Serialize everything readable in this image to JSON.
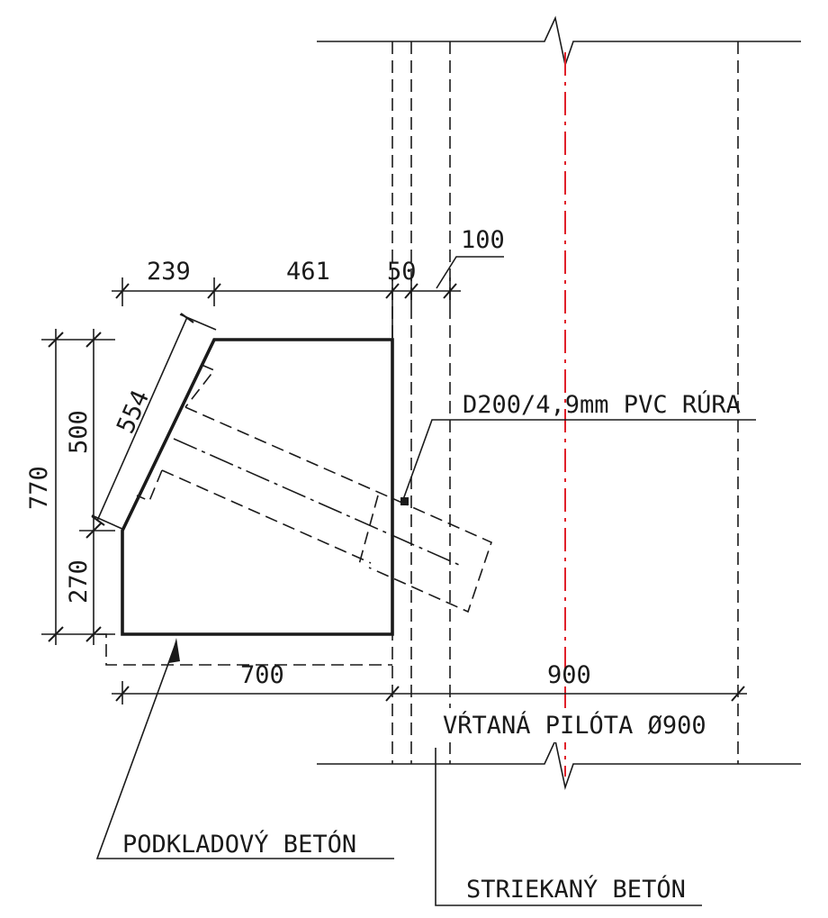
{
  "dimensions": {
    "top_239": "239",
    "top_461": "461",
    "top_50": "50",
    "top_100": "100",
    "left_770": "770",
    "left_500": "500",
    "left_270": "270",
    "slope_554": "554",
    "bottom_700": "700",
    "bottom_900": "900"
  },
  "labels": {
    "pipe": "D200/4,9mm PVC RÚRA",
    "pile": "VŔTANÁ PILÓTA Ø900",
    "lean_concrete": "PODKLADOVÝ BETÓN",
    "shotcrete": "STRIEKANÝ BETÓN"
  },
  "colors": {
    "lines": "#1a1a1a",
    "pile_axis": "#e0202a",
    "background": "#ffffff"
  }
}
